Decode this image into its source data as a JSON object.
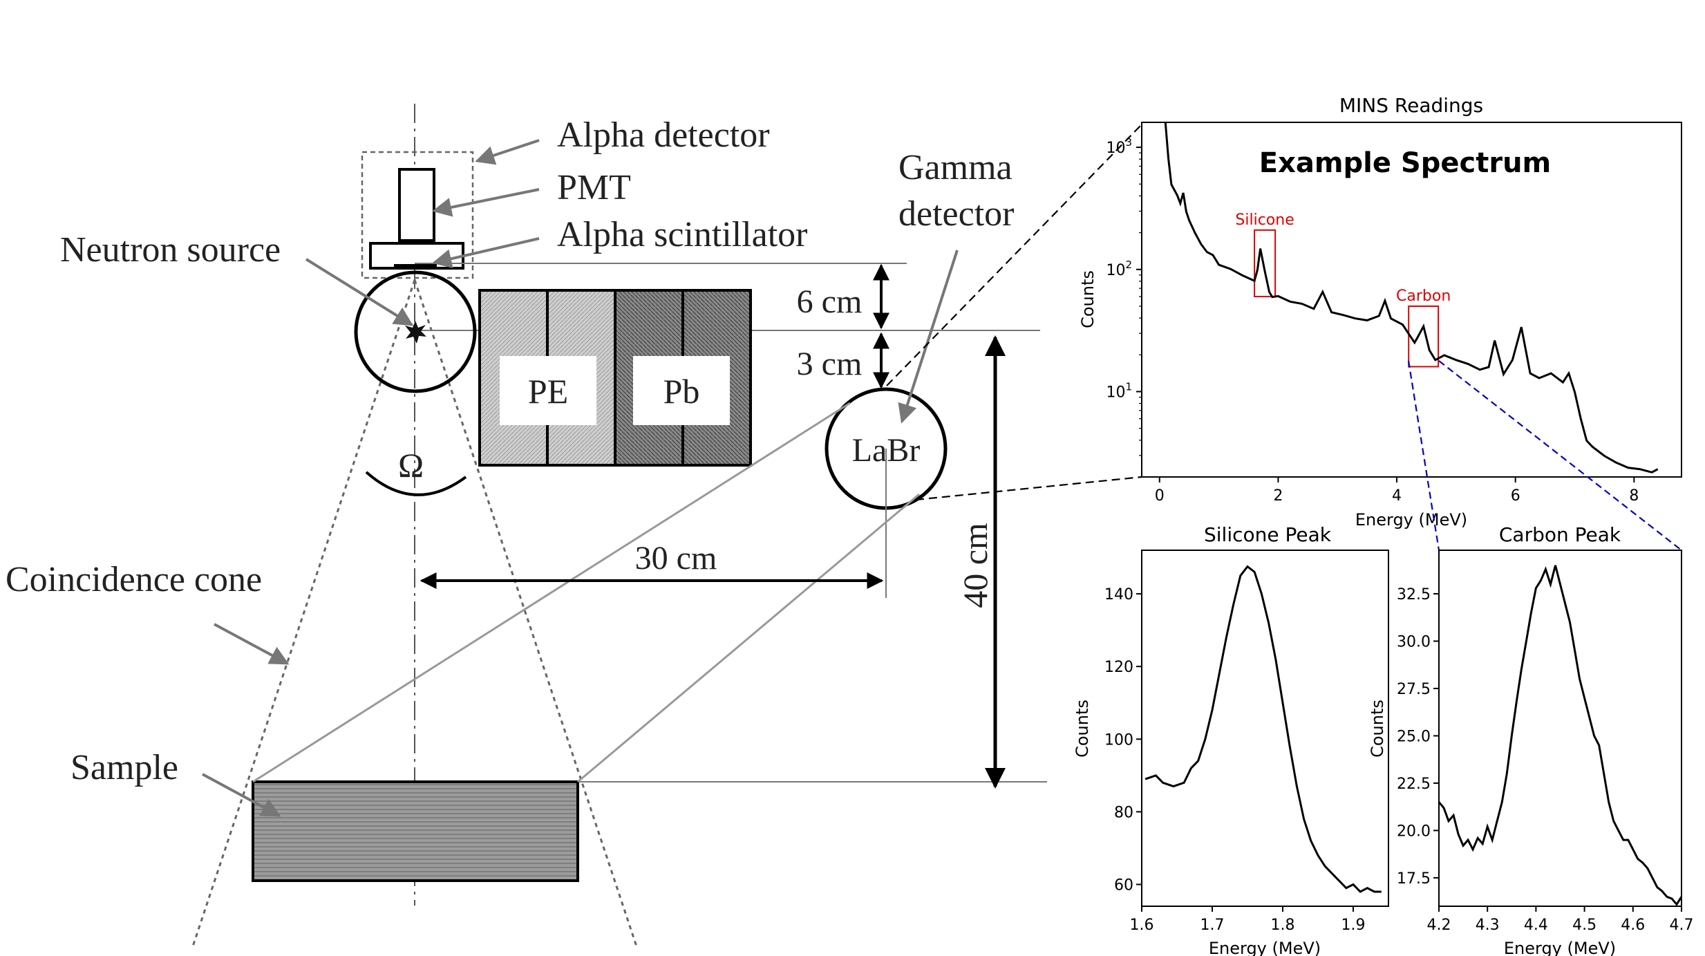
{
  "setup": {
    "labels": {
      "alpha_detector": "Alpha detector",
      "pmt": "PMT",
      "alpha_scintillator": "Alpha scintillator",
      "neutron_source": "Neutron source",
      "gamma_detector_line1": "Gamma",
      "gamma_detector_line2": "detector",
      "coincidence_cone": "Coincidence cone",
      "sample": "Sample",
      "omega": "Ω",
      "pe": "PE",
      "pb": "Pb",
      "labr": "LaBr"
    },
    "dimensions": {
      "d6": "6 cm",
      "d3": "3 cm",
      "d30": "30 cm",
      "d40": "40 cm"
    }
  },
  "chart_data": [
    {
      "type": "line",
      "title": "MINS Readings",
      "inner_title": "Example Spectrum",
      "xlabel": "Energy (MeV)",
      "ylabel": "Counts",
      "yscale": "log",
      "xlim": [
        -0.3,
        8.8
      ],
      "ylim": [
        2,
        1600
      ],
      "xticks": [
        "0",
        "2",
        "4",
        "6",
        "8"
      ],
      "yticks": [
        {
          "base": "10",
          "exp": "3"
        },
        {
          "base": "10",
          "exp": "2"
        },
        {
          "base": "10",
          "exp": "1"
        }
      ],
      "annotations": [
        {
          "label": "Silicone",
          "x_range": [
            1.6,
            1.95
          ],
          "y_range": [
            60,
            210
          ]
        },
        {
          "label": "Carbon",
          "x_range": [
            4.2,
            4.7
          ],
          "y_range": [
            16,
            50
          ]
        }
      ],
      "x": [
        0.1,
        0.15,
        0.2,
        0.3,
        0.35,
        0.4,
        0.45,
        0.5,
        0.6,
        0.7,
        0.8,
        0.9,
        1.0,
        1.2,
        1.4,
        1.6,
        1.65,
        1.7,
        1.77,
        1.85,
        1.9,
        2.0,
        2.2,
        2.4,
        2.6,
        2.75,
        2.9,
        3.1,
        3.3,
        3.5,
        3.7,
        3.8,
        3.9,
        4.1,
        4.2,
        4.3,
        4.35,
        4.45,
        4.55,
        4.65,
        4.8,
        5.0,
        5.2,
        5.4,
        5.55,
        5.65,
        5.8,
        5.95,
        6.1,
        6.25,
        6.4,
        6.6,
        6.8,
        6.9,
        7.0,
        7.1,
        7.2,
        7.3,
        7.5,
        7.7,
        7.9,
        8.1,
        8.3,
        8.4
      ],
      "values": [
        1600,
        800,
        500,
        400,
        350,
        420,
        300,
        250,
        200,
        160,
        140,
        130,
        110,
        100,
        90,
        80,
        100,
        147,
        100,
        65,
        60,
        60,
        55,
        52,
        48,
        65,
        45,
        42,
        40,
        38,
        42,
        55,
        40,
        35,
        30,
        25,
        28,
        34,
        22,
        18,
        20,
        18,
        17,
        15,
        16,
        26,
        14,
        18,
        34,
        14,
        13,
        14,
        12,
        14,
        10,
        6,
        4,
        3.5,
        3,
        2.6,
        2.4,
        2.3,
        2.2,
        2.3
      ]
    },
    {
      "type": "line",
      "title": "Silicone Peak",
      "xlabel": "Energy (MeV)",
      "ylabel": "Counts",
      "xlim": [
        1.6,
        1.95
      ],
      "ylim": [
        54,
        152
      ],
      "xticks": [
        1.6,
        1.7,
        1.8,
        1.9
      ],
      "yticks": [
        60,
        80,
        100,
        120,
        140
      ],
      "x": [
        1.605,
        1.62,
        1.63,
        1.645,
        1.66,
        1.67,
        1.68,
        1.69,
        1.7,
        1.71,
        1.72,
        1.73,
        1.74,
        1.75,
        1.76,
        1.77,
        1.78,
        1.79,
        1.8,
        1.81,
        1.82,
        1.83,
        1.84,
        1.85,
        1.86,
        1.87,
        1.88,
        1.89,
        1.9,
        1.91,
        1.92,
        1.93,
        1.94
      ],
      "values": [
        89,
        90,
        88,
        87,
        88,
        92,
        94,
        100,
        108,
        118,
        128,
        137,
        145,
        147.5,
        146,
        140,
        132,
        122,
        110,
        98,
        87,
        78,
        72,
        68,
        65,
        63,
        61,
        59,
        60,
        58,
        59,
        58,
        58
      ]
    },
    {
      "type": "line",
      "title": "Carbon Peak",
      "xlabel": "Energy (MeV)",
      "ylabel": "Counts",
      "xlim": [
        4.2,
        4.7
      ],
      "ylim": [
        16,
        34.8
      ],
      "xticks": [
        4.2,
        4.3,
        4.4,
        4.5,
        4.6,
        4.7
      ],
      "yticks": [
        "17.5",
        "20.0",
        "22.5",
        "25.0",
        "27.5",
        "30.0",
        "32.5"
      ],
      "x": [
        4.2,
        4.21,
        4.22,
        4.23,
        4.24,
        4.25,
        4.26,
        4.27,
        4.28,
        4.29,
        4.3,
        4.31,
        4.32,
        4.33,
        4.34,
        4.35,
        4.36,
        4.37,
        4.38,
        4.39,
        4.4,
        4.41,
        4.42,
        4.43,
        4.44,
        4.45,
        4.46,
        4.47,
        4.48,
        4.49,
        4.5,
        4.51,
        4.52,
        4.53,
        4.54,
        4.55,
        4.56,
        4.57,
        4.58,
        4.59,
        4.6,
        4.61,
        4.62,
        4.63,
        4.64,
        4.65,
        4.66,
        4.67,
        4.68,
        4.69,
        4.7
      ],
      "values": [
        21.5,
        21.2,
        20.5,
        20.8,
        19.8,
        19.2,
        19.5,
        19.0,
        19.6,
        19.3,
        20.2,
        19.5,
        20.5,
        21.5,
        23.0,
        25.0,
        26.8,
        28.5,
        30.0,
        31.5,
        32.8,
        33.2,
        33.8,
        33.0,
        34.0,
        33.0,
        32.0,
        31.0,
        29.5,
        28.0,
        27.0,
        26.0,
        25.0,
        24.5,
        23.0,
        21.5,
        20.5,
        20.0,
        19.5,
        19.5,
        19.0,
        18.5,
        18.3,
        18.0,
        17.5,
        17.0,
        16.8,
        16.5,
        16.4,
        16.1,
        16.5
      ]
    }
  ]
}
